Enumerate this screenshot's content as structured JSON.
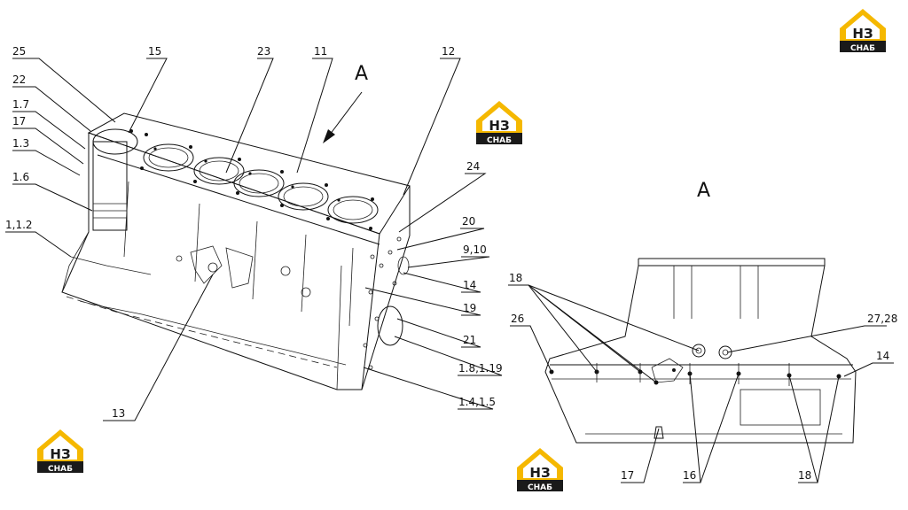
{
  "diagram": {
    "view_letter": "A",
    "view_title": "A",
    "left_callouts": [
      "25",
      "15",
      "23",
      "11",
      "12",
      "22",
      "1.7",
      "17",
      "1.3",
      "1.6",
      "1,1.2",
      "24",
      "20",
      "9,10",
      "14",
      "19",
      "21",
      "1.8,1.19",
      "1.4,1.5",
      "13"
    ],
    "right_callouts": [
      "18",
      "26",
      "27,28",
      "14",
      "17",
      "16",
      "18"
    ]
  },
  "watermark": {
    "letters": "НЗ",
    "word": "СНАБ",
    "color_primary": "#f5b800",
    "color_dark": "#1a1a1a"
  }
}
